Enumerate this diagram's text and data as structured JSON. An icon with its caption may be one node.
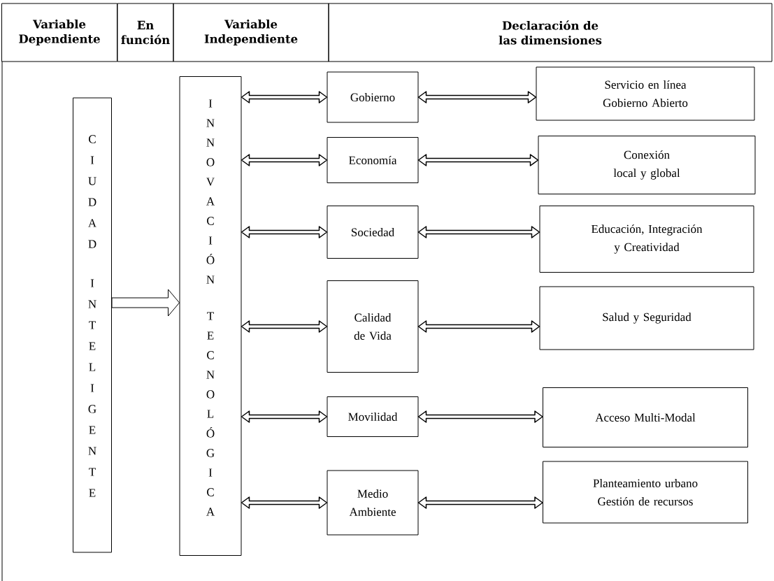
{
  "diagram": {
    "nodes": [
      {
        "text": [
          "CIUDAD INTELIGENTE"
        ]
      },
      {
        "text": [
          "INNOVACIÓN TECNOLÓGICA"
        ]
      },
      {
        "text": [
          "Gobierno"
        ]
      },
      {
        "text": [
          "Servicio en línea Gobierno Abierto"
        ]
      },
      {
        "text": [
          "Economía"
        ]
      },
      {
        "text": [
          "Conexión local y global"
        ]
      },
      {
        "text": [
          "Sociedad"
        ]
      },
      {
        "text": [
          "Educación, Integración y Creatividad"
        ]
      },
      {
        "text": [
          "Calidad de Vida"
        ]
      },
      {
        "text": [
          "Salud y Seguridad"
        ]
      },
      {
        "text": [
          "Movilidad"
        ]
      },
      {
        "text": [
          "Acceso Multi-Modal"
        ]
      },
      {
        "text": [
          "Medio Ambiente"
        ]
      },
      {
        "text": [
          "Planteamiento urbano Gestión de recursos"
        ]
      }
    ],
    "edges": [
      {
        "from": 0,
        "to": 1,
        "arrow": "to",
        "style": "thick"
      },
      {
        "from": 1,
        "to": 2,
        "arrow": "both"
      },
      {
        "from": 2,
        "to": 3,
        "arrow": "both"
      },
      {
        "from": 1,
        "to": 4,
        "arrow": "both"
      },
      {
        "from": 4,
        "to": 5,
        "arrow": "both"
      },
      {
        "from": 1,
        "to": 6,
        "arrow": "both"
      },
      {
        "from": 6,
        "to": 7,
        "arrow": "both"
      },
      {
        "from": 1,
        "to": 8,
        "arrow": "both"
      },
      {
        "from": 8,
        "to": 9,
        "arrow": "both"
      },
      {
        "from": 1,
        "to": 10,
        "arrow": "both"
      },
      {
        "from": 10,
        "to": 11,
        "arrow": "both"
      },
      {
        "from": 1,
        "to": 12,
        "arrow": "both"
      },
      {
        "from": 12,
        "to": 13,
        "arrow": "both"
      }
    ],
    "labels": [
      "Variable Dependiente",
      "En función",
      "Variable Independiente",
      "Declaración de las dimensiones"
    ]
  }
}
